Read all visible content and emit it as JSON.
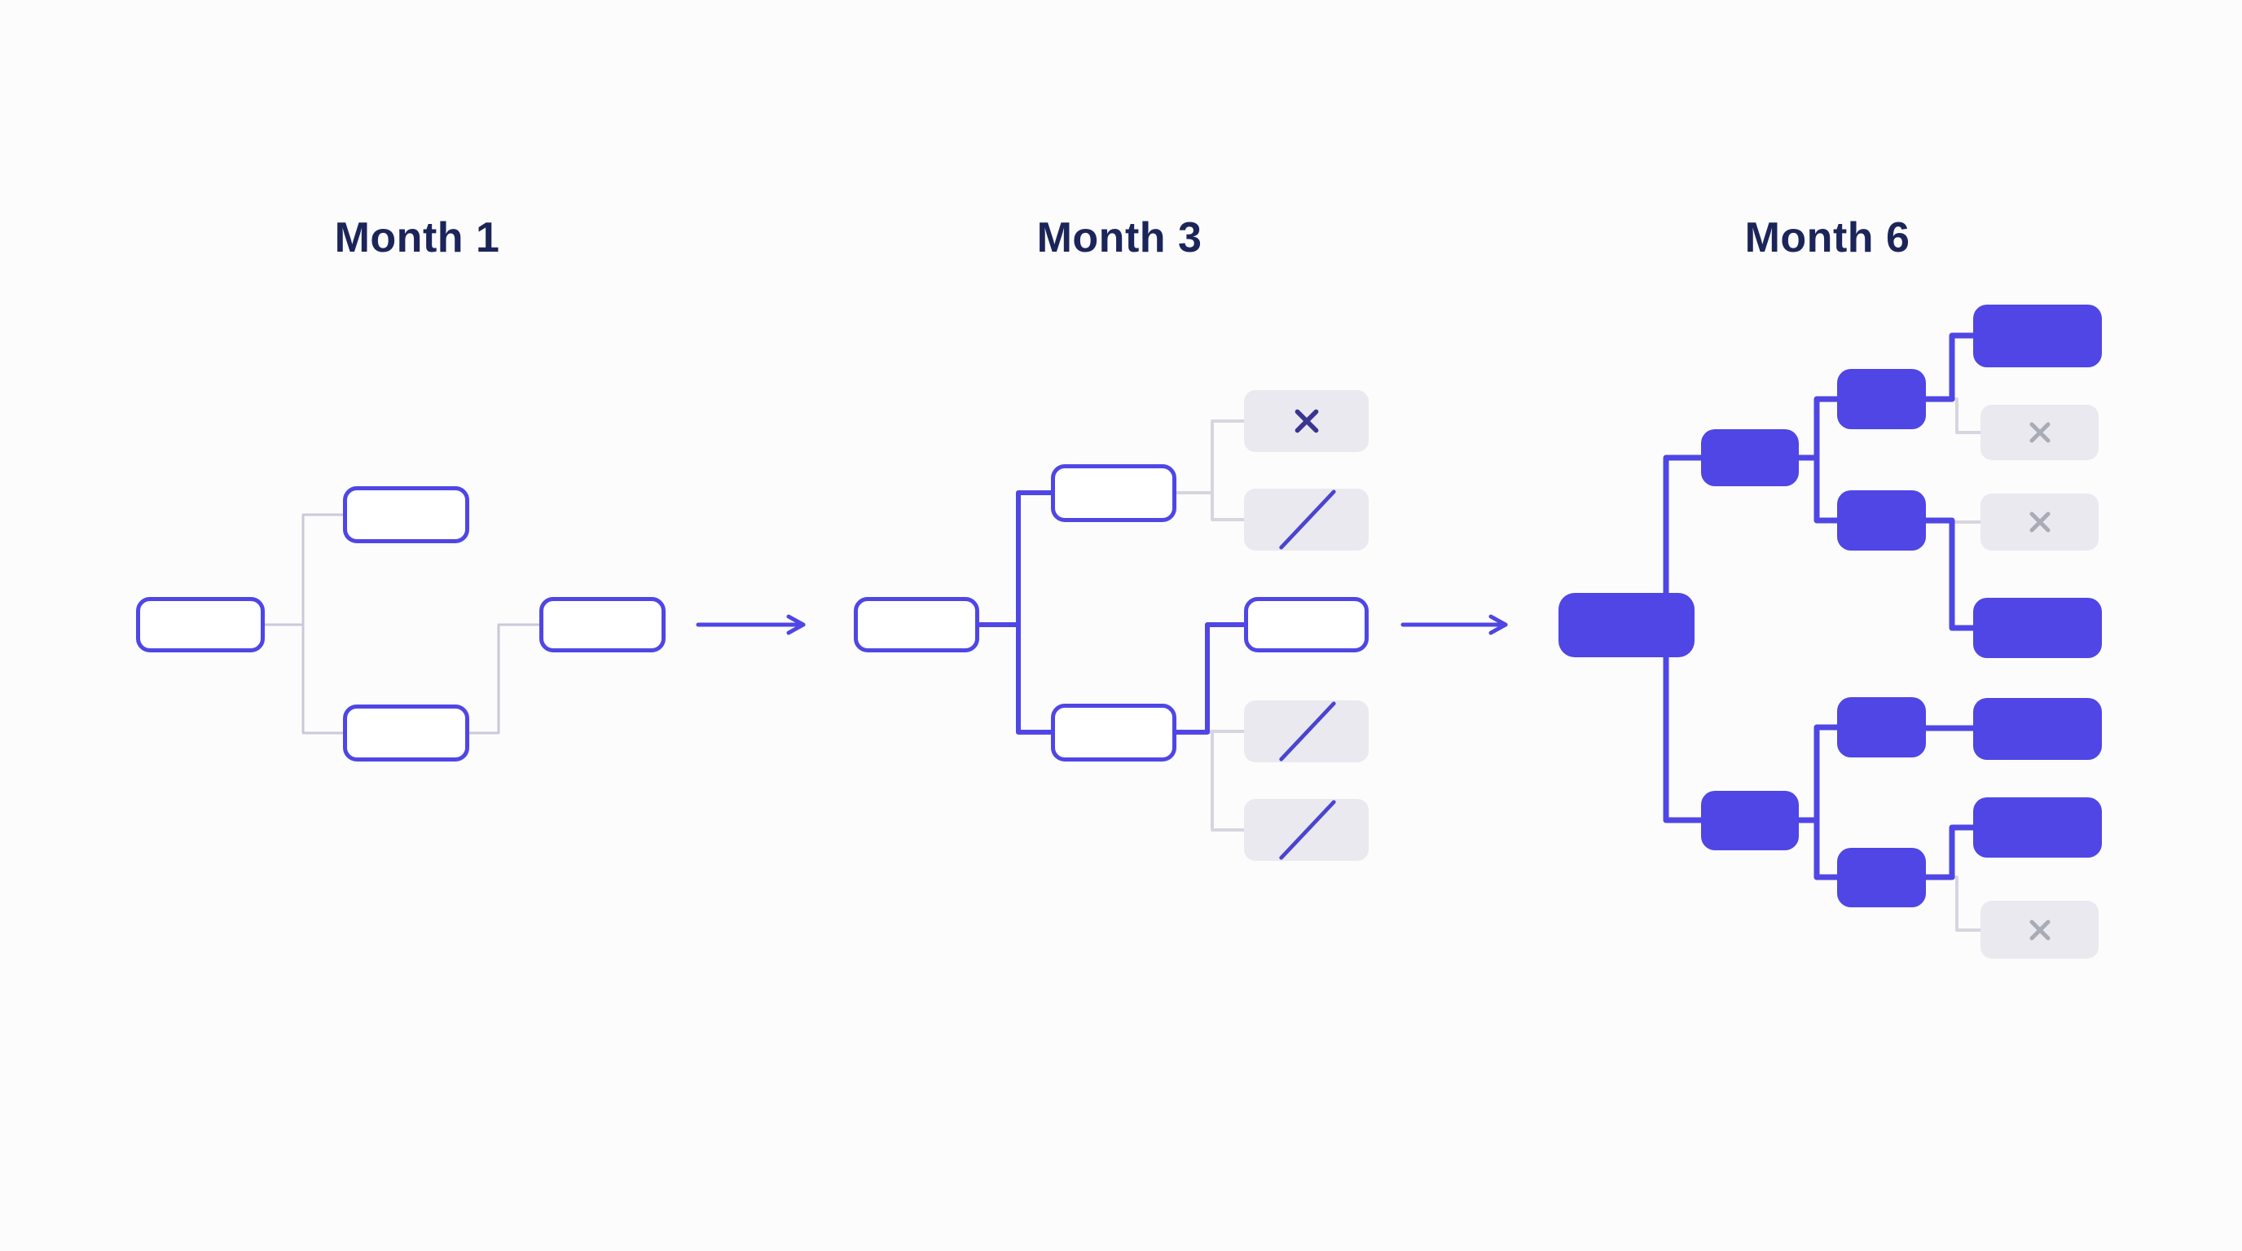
{
  "page": {
    "description": "Tree growth and pruning diagram across three time points",
    "background": "#FCFCFD"
  },
  "colors": {
    "accent_indigo": "#4F46E5",
    "title_navy": "#1C2559",
    "pruned_node_bg": "#E9E9EF",
    "pruned_icon_gray": "#A9ABB5",
    "pruned_x_dark": "#3A3590",
    "connector_gray": "#D6D6E0",
    "connector_light": "#C9C9DA",
    "background": "#FCFCFD"
  },
  "icons": {
    "x-icon": "✕",
    "slash-icon": "╱",
    "arrow-right-icon": "→"
  },
  "stages": [
    {
      "title": "Month 1",
      "nodes": [
        {
          "name": "m1-root",
          "state": "outlined"
        },
        {
          "name": "m1-branch-top",
          "state": "outlined"
        },
        {
          "name": "m1-branch-bottom",
          "state": "outlined"
        },
        {
          "name": "m1-result",
          "state": "outlined"
        }
      ]
    },
    {
      "title": "Month 3",
      "nodes": [
        {
          "name": "m3-root",
          "state": "outlined"
        },
        {
          "name": "m3-branch-top",
          "state": "outlined"
        },
        {
          "name": "m3-branch-bottom",
          "state": "outlined"
        },
        {
          "name": "m3-pruned-x",
          "state": "pruned",
          "icon": "x-icon"
        },
        {
          "name": "m3-pruned-slash-1",
          "state": "pruned",
          "icon": "slash-icon"
        },
        {
          "name": "m3-active",
          "state": "outlined"
        },
        {
          "name": "m3-pruned-slash-2",
          "state": "pruned",
          "icon": "slash-icon"
        },
        {
          "name": "m3-pruned-slash-3",
          "state": "pruned",
          "icon": "slash-icon"
        }
      ]
    },
    {
      "title": "Month 6",
      "nodes": [
        {
          "name": "m6-root",
          "state": "filled"
        },
        {
          "name": "m6-semi-top",
          "state": "filled"
        },
        {
          "name": "m6-semi-bottom",
          "state": "filled"
        },
        {
          "name": "m6-quarter-1",
          "state": "filled"
        },
        {
          "name": "m6-quarter-2",
          "state": "filled"
        },
        {
          "name": "m6-quarter-3",
          "state": "filled"
        },
        {
          "name": "m6-quarter-4",
          "state": "filled"
        },
        {
          "name": "m6-leaf-1",
          "state": "filled"
        },
        {
          "name": "m6-leaf-2",
          "state": "pruned",
          "icon": "x-icon"
        },
        {
          "name": "m6-leaf-3",
          "state": "pruned",
          "icon": "x-icon"
        },
        {
          "name": "m6-leaf-4",
          "state": "filled"
        },
        {
          "name": "m6-leaf-5",
          "state": "filled"
        },
        {
          "name": "m6-leaf-6",
          "state": "filled"
        },
        {
          "name": "m6-leaf-7",
          "state": "pruned",
          "icon": "x-icon"
        }
      ]
    }
  ]
}
